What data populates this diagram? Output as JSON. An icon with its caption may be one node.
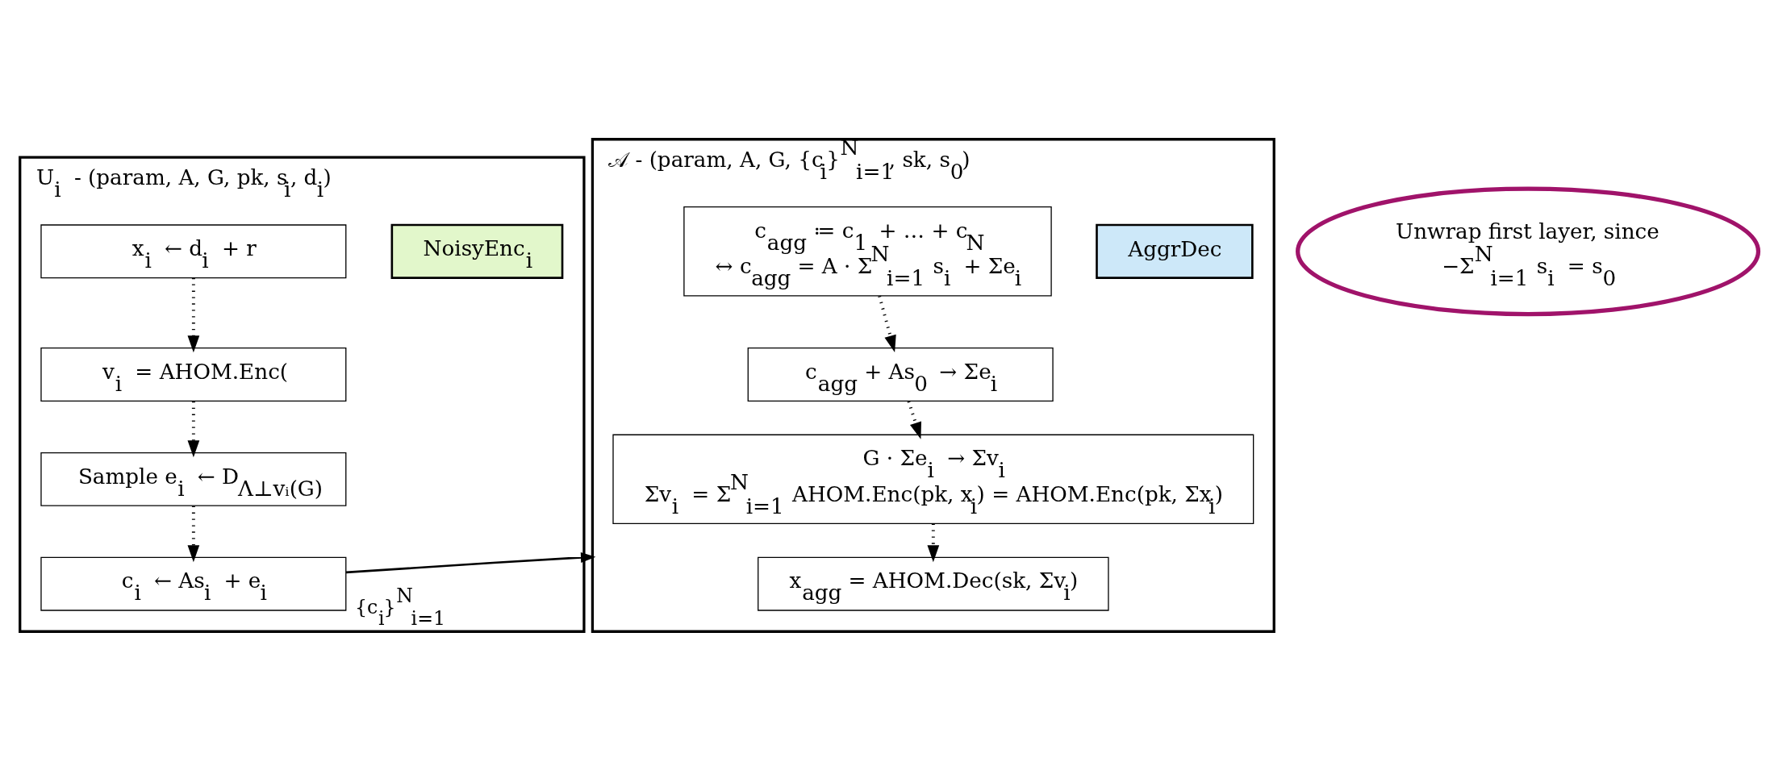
{
  "diagram": {
    "nodes": [
      {
        "text": [
          "U$_{i}$ - (param, A, G, pk, s$_{i}$, d$_{i}$)"
        ]
      },
      {
        "text": [
          "NoisyEnc$_{i}$"
        ],
        "in": 0
      },
      {
        "text": [
          "x$_{i}$ ← d$_{i}$ + r"
        ],
        "in": 0
      },
      {
        "text": [
          "v$_{i}$ = AHOM.Enc("
        ],
        "in": 0
      },
      {
        "text": [
          "Sample e$_{i}$ ← D$_{Λ⊥vᵢ(G)}$"
        ],
        "in": 0
      },
      {
        "text": [
          "c$_{i}$ ← As$_{i}$ + e$_{i}$"
        ],
        "in": 0
      },
      {
        "text": [
          "𝒜 - (param, A, G, {c$_{i}$}$^{N}$$_{i=1}$, sk, s$_{0}$)"
        ]
      },
      {
        "text": [
          "AggrDec"
        ],
        "in": 6
      },
      {
        "text": [
          "c$_{agg}$ ≔ c$_{1}$ + … + c$_{N}$",
          "↔ c$_{agg}$ = A · Σ$^{N}$$_{i=1}$ s$_{i}$ + Σe$_{i}$"
        ],
        "in": 6
      },
      {
        "text": [
          "c$_{agg}$ + As$_{0}$ → Σe$_{i}$"
        ],
        "in": 6
      },
      {
        "text": [
          "G · Σe$_{i}$ → Σv$_{i}$",
          "Σv$_{i}$ = Σ$^{N}$$_{i=1}$ AHOM.Enc(pk, x$_{i}$) = AHOM.Enc(pk, Σx$_{i}$)"
        ],
        "in": 6
      },
      {
        "text": [
          "x$_{agg}$ = AHOM.Dec(sk, Σv$_{i}$)"
        ],
        "in": 6
      },
      {
        "text": [
          "Unwrap first layer, since",
          "−Σ$^{N}$$_{i=1}$ s$_{i}$ = s$_{0}$"
        ]
      }
    ],
    "edges": [
      {
        "from": 2,
        "to": 3,
        "arrow": "to",
        "style": "dashed"
      },
      {
        "from": 3,
        "to": 4,
        "arrow": "to",
        "style": "dashed"
      },
      {
        "from": 4,
        "to": 5,
        "arrow": "to",
        "style": "dashed"
      },
      {
        "from": 5,
        "to": 6,
        "arrow": "to",
        "label": "{c$_{i}$}$^{N}$$_{i=1}$"
      },
      {
        "from": 8,
        "to": 9,
        "arrow": "to",
        "style": "dashed"
      },
      {
        "from": 9,
        "to": 10,
        "arrow": "to",
        "style": "dashed"
      },
      {
        "from": 10,
        "to": 11,
        "arrow": "to",
        "style": "dashed"
      }
    ]
  }
}
